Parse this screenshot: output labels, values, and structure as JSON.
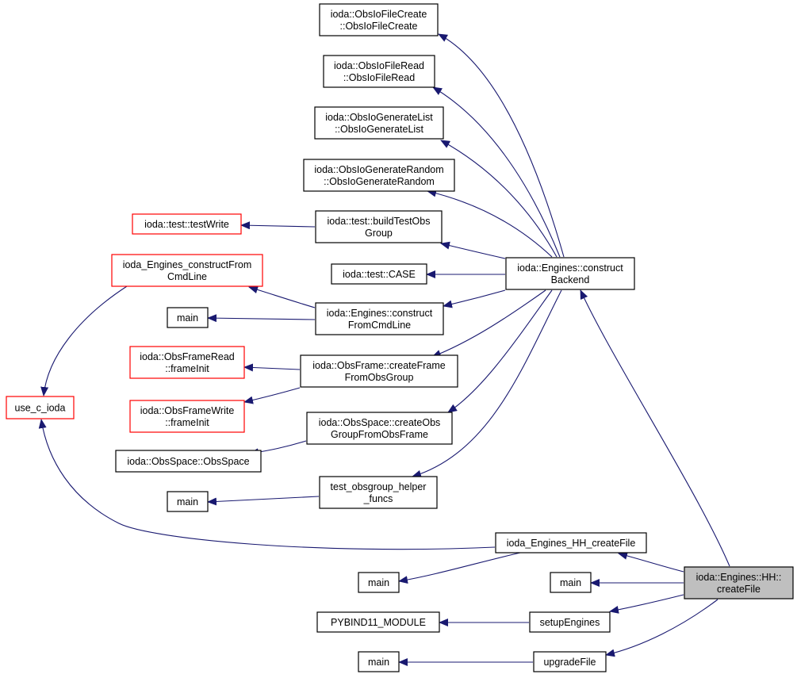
{
  "colors": {
    "edge": "#191970",
    "node_border": "#000000",
    "node_border_truncated": "#ff0000",
    "node_fill": "#ffffff",
    "focus_fill": "#bfbfbf"
  },
  "nodes": {
    "obsIoFileCreate": {
      "lines": [
        "ioda::ObsIoFileCreate",
        "::ObsIoFileCreate"
      ]
    },
    "obsIoFileRead": {
      "lines": [
        "ioda::ObsIoFileRead",
        "::ObsIoFileRead"
      ]
    },
    "obsIoGenerateList": {
      "lines": [
        "ioda::ObsIoGenerateList",
        "::ObsIoGenerateList"
      ]
    },
    "obsIoGenerateRandom": {
      "lines": [
        "ioda::ObsIoGenerateRandom",
        "::ObsIoGenerateRandom"
      ]
    },
    "testWrite": {
      "lines": [
        "ioda::test::testWrite"
      ],
      "truncated": true
    },
    "buildTestObsGroup": {
      "lines": [
        "ioda::test::buildTestObs",
        "Group"
      ]
    },
    "constructFromCmdLineC": {
      "lines": [
        "ioda_Engines_constructFrom",
        "CmdLine"
      ],
      "truncated": true
    },
    "testCase": {
      "lines": [
        "ioda::test::CASE"
      ]
    },
    "constructBackend": {
      "lines": [
        "ioda::Engines::construct",
        "Backend"
      ]
    },
    "main1": {
      "lines": [
        "main"
      ]
    },
    "constructFromCmdLine": {
      "lines": [
        "ioda::Engines::construct",
        "FromCmdLine"
      ]
    },
    "obsFrameReadInit": {
      "lines": [
        "ioda::ObsFrameRead",
        "::frameInit"
      ],
      "truncated": true
    },
    "createFrameFromObsGroup": {
      "lines": [
        "ioda::ObsFrame::createFrame",
        "FromObsGroup"
      ]
    },
    "useCIoda": {
      "lines": [
        "use_c_ioda"
      ],
      "truncated": true
    },
    "obsFrameWriteInit": {
      "lines": [
        "ioda::ObsFrameWrite",
        "::frameInit"
      ],
      "truncated": true
    },
    "createObsGroupFromObsFrame": {
      "lines": [
        "ioda::ObsSpace::createObs",
        "GroupFromObsFrame"
      ]
    },
    "obsSpaceCtor": {
      "lines": [
        "ioda::ObsSpace::ObsSpace"
      ]
    },
    "main2": {
      "lines": [
        "main"
      ]
    },
    "testObsgroupHelper": {
      "lines": [
        "test_obsgroup_helper",
        "_funcs"
      ]
    },
    "hhCreateFileC": {
      "lines": [
        "ioda_Engines_HH_createFile"
      ]
    },
    "main3": {
      "lines": [
        "main"
      ]
    },
    "main4": {
      "lines": [
        "main"
      ]
    },
    "hhCreateFile": {
      "lines": [
        "ioda::Engines::HH::",
        "createFile"
      ],
      "focus": true
    },
    "pybindModule": {
      "lines": [
        "PYBIND11_MODULE"
      ]
    },
    "setupEngines": {
      "lines": [
        "setupEngines"
      ]
    },
    "main5": {
      "lines": [
        "main"
      ]
    },
    "upgradeFile": {
      "lines": [
        "upgradeFile"
      ]
    }
  }
}
